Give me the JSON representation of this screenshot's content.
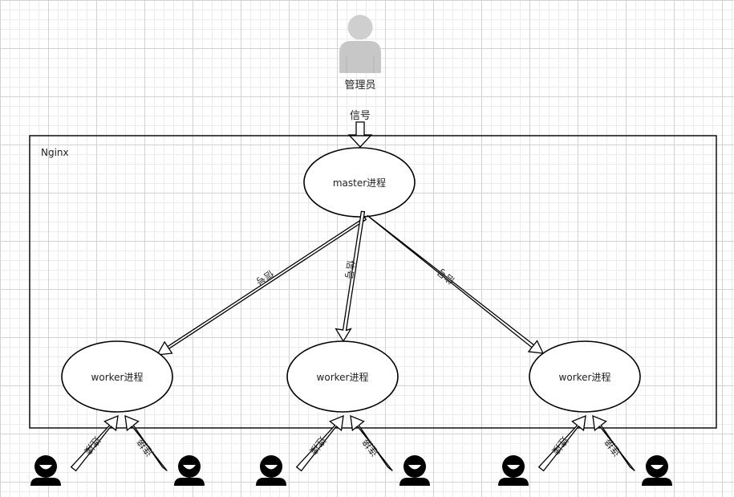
{
  "admin": {
    "label": "管理员",
    "icon": "admin-user-icon"
  },
  "signal_label": "信号",
  "container": {
    "label": "Nginx"
  },
  "master": {
    "label": "master进程"
  },
  "master_links": [
    "信号",
    "信号",
    "信号"
  ],
  "workers": [
    {
      "label": "worker进程",
      "links": [
        "连接",
        "连接"
      ]
    },
    {
      "label": "worker进程",
      "links": [
        "连接",
        "连接"
      ]
    },
    {
      "label": "worker进程",
      "links": [
        "连接",
        "连接"
      ]
    }
  ],
  "client_icon": "client-user-icon"
}
